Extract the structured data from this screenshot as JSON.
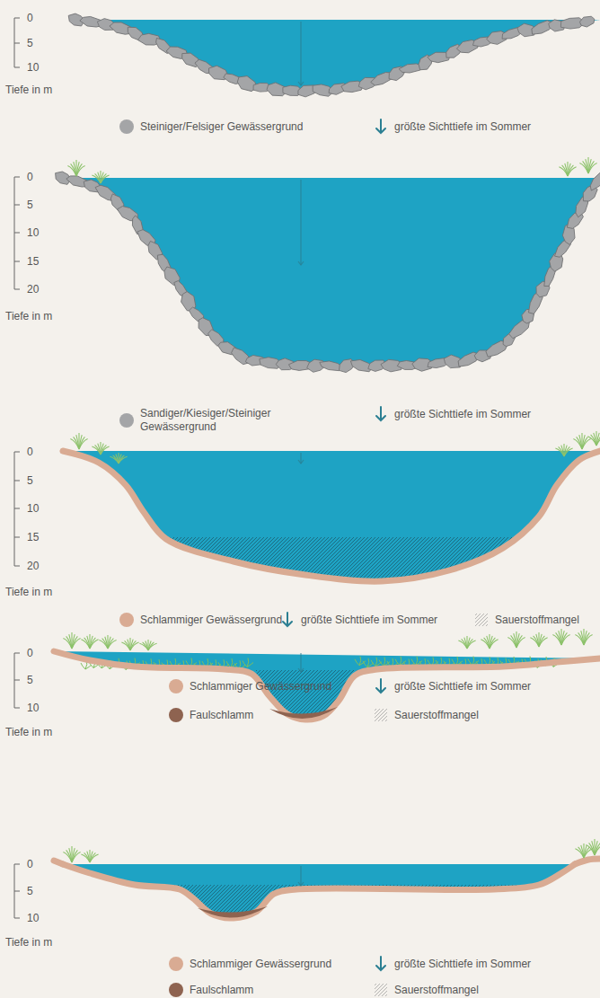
{
  "diagram": {
    "labels": [
      "0",
      "5",
      "10",
      "Tiefe in m",
      "0",
      "5",
      "10",
      "15",
      "20",
      "Tiefe in m",
      "0",
      "5",
      "10",
      "15",
      "20",
      "Tiefe in m",
      "0",
      "5",
      "10",
      "Tiefe in m",
      "0",
      "5",
      "10",
      "Tiefe in m"
    ],
    "legend": [
      {
        "text": "Steiniger/Felsiger Gewässergrund",
        "color": "#a4a5a7"
      },
      {
        "text": "größte Sichttiefe im Sommer"
      },
      {
        "text": "Sandiger/Kiesiger/Steiniger Gewässergrund",
        "color": "#a4a5a7"
      },
      {
        "text": "größte Sichttiefe im Sommer"
      },
      {
        "text": "Schlammiger Gewässergrund",
        "color": "#d9ab93"
      },
      {
        "text": "größte Sichttiefe im Sommer"
      },
      {
        "text": "Sauerstoffmangel"
      },
      {
        "text": "Schlammiger Gewässergrund",
        "color": "#d9ab93"
      },
      {
        "text": "größte Sichttiefe im Sommer"
      },
      {
        "text": "Faulschlamm",
        "color": "#8e6350"
      },
      {
        "text": "Sauerstoffmangel"
      },
      {
        "text": "Schlammiger Gewässergrund",
        "color": "#d9ab93"
      },
      {
        "text": "größte Sichttiefe im Sommer"
      },
      {
        "text": "Faulschlamm",
        "color": "#8e6350"
      },
      {
        "text": "Sauerstoffmangel"
      }
    ]
  }
}
